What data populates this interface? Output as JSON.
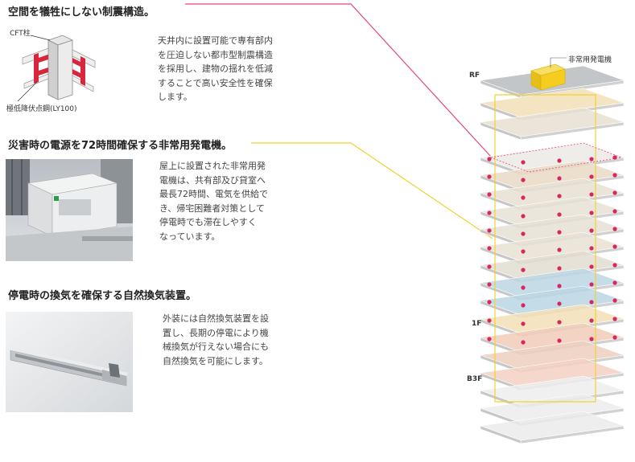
{
  "sections": [
    {
      "heading": "空間を犠牲にしない制震構造。",
      "body": [
        "天井内に設置可能で専有部内",
        "を圧迫しない都市型制震構造",
        "を採用し、建物の揺れを低減",
        "することで高い安全性を確保",
        "します。"
      ],
      "labels": {
        "top": "CFT柱",
        "bottom": "極低降伏点鋼(LY100)"
      }
    },
    {
      "heading": "災害時の電源を72時間確保する非常用発電機。",
      "body": [
        "屋上に設置された非常用発",
        "電機は、共有部及び貸室へ",
        "最長72時間、電気を供給で",
        "き、帰宅困難者対策として",
        "停電時でも滞在しやすく",
        "なっています。"
      ]
    },
    {
      "heading": "停電時の換気を確保する自然換気装置。",
      "body": [
        "外装には自然換気装置を設",
        "置し、長期の停電により機",
        "械換気が行えない場合にも",
        "自然換気を可能にします。"
      ]
    }
  ],
  "building": {
    "generator_label": "非常用発電機",
    "floor_labels": [
      "RF",
      "1F",
      "B3F"
    ]
  },
  "colors": {
    "pink_line": "#e8457a",
    "yellow_line": "#f2d22e",
    "generator": "#f5cd1e",
    "dot": "#d9265f"
  }
}
